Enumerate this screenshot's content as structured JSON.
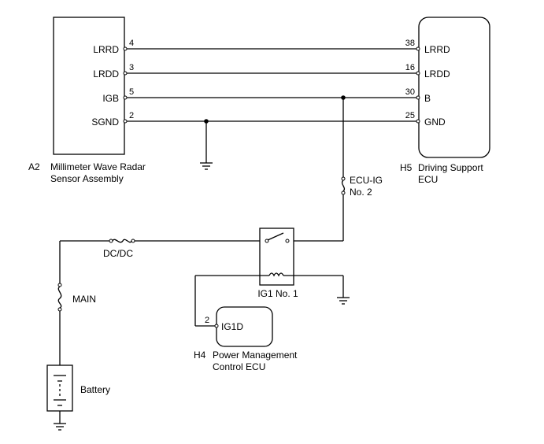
{
  "sensor": {
    "code": "A2",
    "name_line1": "Millimeter Wave Radar",
    "name_line2": "Sensor Assembly",
    "pins": [
      {
        "name": "LRRD",
        "number": "4"
      },
      {
        "name": "LRDD",
        "number": "3"
      },
      {
        "name": "IGB",
        "number": "5"
      },
      {
        "name": "SGND",
        "number": "2"
      }
    ]
  },
  "ecu": {
    "code": "H5",
    "name_line1": "Driving Support",
    "name_line2": "ECU",
    "pins": [
      {
        "name": "LRRD",
        "number": "38"
      },
      {
        "name": "LRDD",
        "number": "16"
      },
      {
        "name": "B",
        "number": "30"
      },
      {
        "name": "GND",
        "number": "25"
      }
    ]
  },
  "fuses": {
    "ecu_ig_line1": "ECU-IG",
    "ecu_ig_line2": "No. 2",
    "dcdc": "DC/DC",
    "main": "MAIN"
  },
  "relay": {
    "label": "IG1 No. 1"
  },
  "pm_ecu": {
    "code": "H4",
    "name_line1": "Power Management",
    "name_line2": "Control ECU",
    "pin_name": "IG1D",
    "pin_number": "2"
  },
  "battery": {
    "label": "Battery"
  }
}
